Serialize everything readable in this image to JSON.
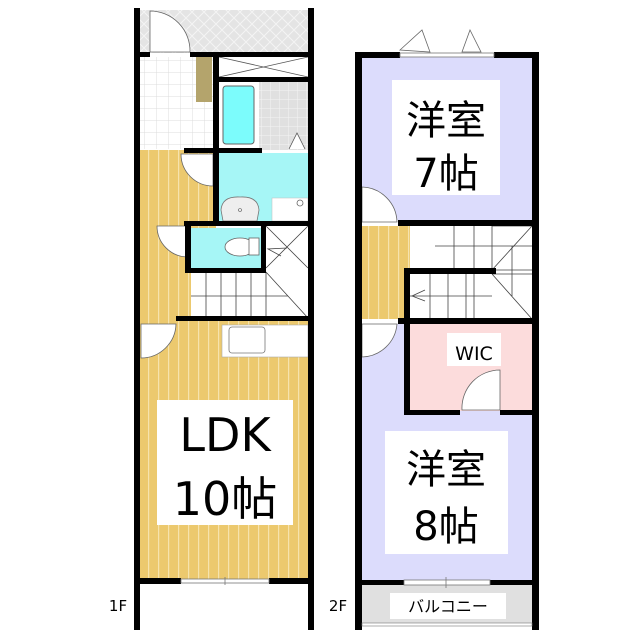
{
  "floors": {
    "first": {
      "label": "1F",
      "rooms": {
        "ldk": {
          "name": "LDK",
          "size": "10帖"
        }
      }
    },
    "second": {
      "label": "2F",
      "rooms": {
        "western_top": {
          "name": "洋室",
          "size": "7帖"
        },
        "western_bottom": {
          "name": "洋室",
          "size": "8帖"
        },
        "wic": {
          "name": "WIC"
        },
        "balcony": {
          "name": "バルコニー"
        }
      }
    }
  },
  "colors": {
    "wood_floor": "#ecc96e",
    "wood_stripe": "#f6e3ad",
    "western_room": "#dcdcfc",
    "wic_room": "#fcdcdc",
    "wet_area": "#a6f6f6",
    "bathtub": "#7cfcfc",
    "tile_gray": "#e0e0e0",
    "shoe_closet": "#b4a46c",
    "balcony": "#e0e0e0",
    "wall": "#000000"
  }
}
